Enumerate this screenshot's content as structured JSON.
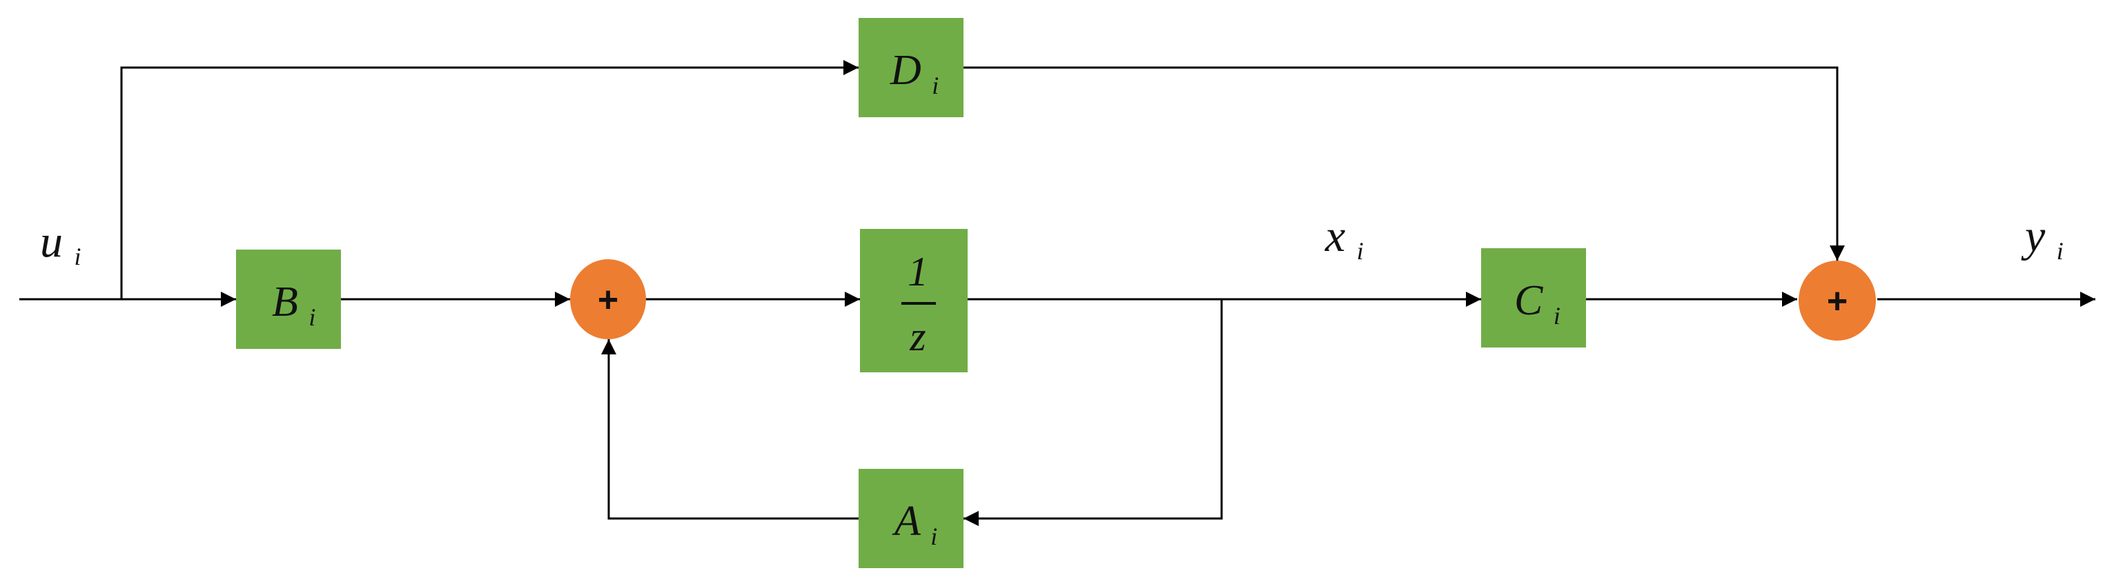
{
  "colors": {
    "block_fill": "#70ad47",
    "sum_fill": "#ed7d31",
    "wire": "#000000",
    "text": "#111111"
  },
  "blocks": {
    "D": {
      "main": "D",
      "sub": "i"
    },
    "B": {
      "main": "B",
      "sub": "i"
    },
    "Z": {
      "num": "1",
      "den": "z"
    },
    "C": {
      "main": "C",
      "sub": "i"
    },
    "A": {
      "main": "A",
      "sub": "i"
    }
  },
  "sums": {
    "sum1": "+",
    "sum2": "+"
  },
  "signals": {
    "u": {
      "main": "u",
      "sub": "i"
    },
    "x": {
      "main": "x",
      "sub": "i"
    },
    "y": {
      "main": "y",
      "sub": "i"
    }
  }
}
